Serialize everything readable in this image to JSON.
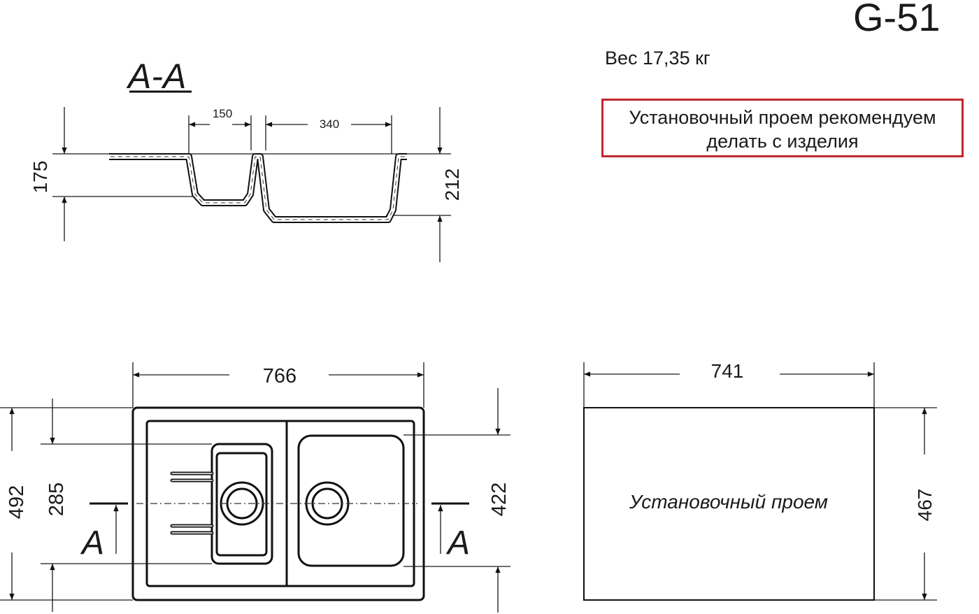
{
  "header": {
    "model": "G-51",
    "weight": "Вес 17,35 кг",
    "note_line1": "Установочный проем рекомендуем",
    "note_line2": "делать с изделия",
    "note_border_color": "#c1272d"
  },
  "section": {
    "title": "A-A",
    "dim_small_bowl_width": "150",
    "dim_large_bowl_width": "340",
    "dim_small_bowl_depth": "175",
    "dim_large_bowl_depth": "212"
  },
  "top_view": {
    "dim_width": "766",
    "dim_depth": "492",
    "dim_small_bowl_length": "285",
    "dim_large_bowl_length": "422",
    "section_mark_left": "A",
    "section_mark_right": "A"
  },
  "cutout_view": {
    "label": "Установочный проем",
    "dim_width": "741",
    "dim_depth": "467"
  }
}
